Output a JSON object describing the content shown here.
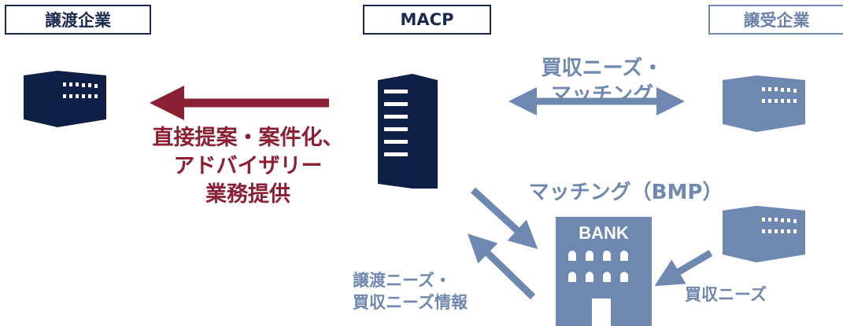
{
  "headers": {
    "seller": "譲渡企業",
    "macp": "MACP",
    "buyer": "譲受企業"
  },
  "labels": {
    "direct_proposal": [
      "直接提案・案件化、",
      "アドバイザリー",
      "業務提供"
    ],
    "buy_matching": [
      "買収ニーズ・",
      "マッチング"
    ],
    "bmp_matching": "マッチング（BMP）",
    "seller_needs": [
      "譲渡ニーズ・",
      "買収ニーズ情報"
    ],
    "buy_needs": "買収ニーズ"
  },
  "bank": {
    "sign": "BANK"
  },
  "colors": {
    "navy": "#0f1f45",
    "steel_blue": "#6f88b0",
    "crimson": "#8b2035"
  }
}
